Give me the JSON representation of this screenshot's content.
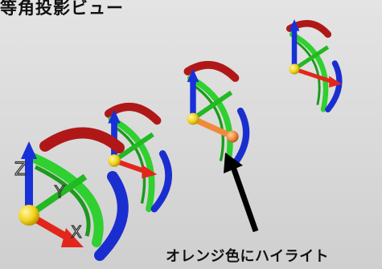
{
  "view_title": "等角投影ビュー",
  "caption": "オレンジ色にハイライト",
  "gizmos": [
    {
      "label": "gizmo-large",
      "highlighted": false,
      "axis_letters": [
        "Z",
        "Y",
        "X"
      ]
    },
    {
      "label": "gizmo-2",
      "highlighted": false
    },
    {
      "label": "gizmo-3",
      "highlighted": true
    },
    {
      "label": "gizmo-4",
      "highlighted": false
    }
  ],
  "colors": {
    "x_axis": "#e3261c",
    "y_axis": "#22b922",
    "z_axis": "#1830d8",
    "rotate_x": "#b01818",
    "rotate_y": "#2fd02f",
    "rotate_z": "#1a2ed0",
    "center": "#f2d21a",
    "highlight": "#f08a3a",
    "background": "#dcdcdc"
  }
}
